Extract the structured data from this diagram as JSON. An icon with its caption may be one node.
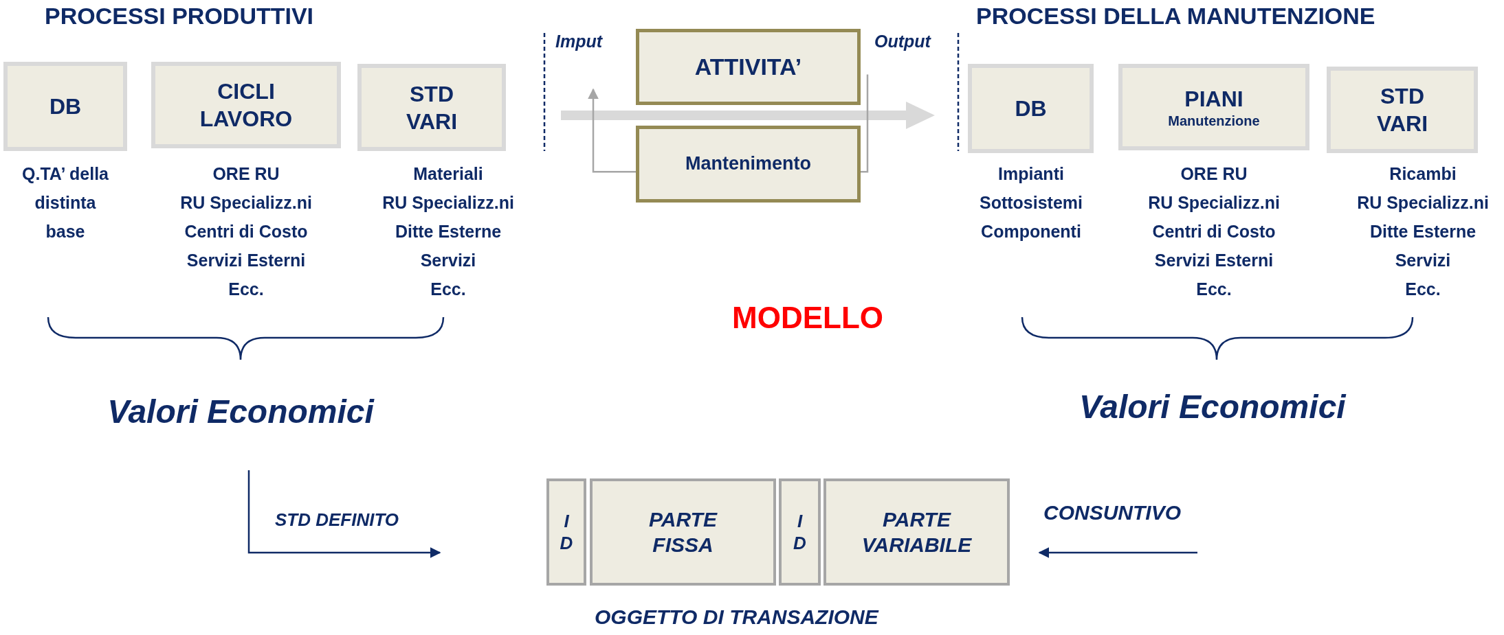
{
  "diagram": {
    "nodes": [
      {
        "text": [
          "DB"
        ],
        "beside": [
          "Q.TA’ della distinta base"
        ]
      },
      {
        "text": [
          "CICLI LAVORO"
        ],
        "beside": [
          "ORE RU",
          "RU Specializz.ni",
          "Centri di Costo",
          "Servizi Esterni",
          "Ecc."
        ]
      },
      {
        "text": [
          "STD VARI"
        ],
        "beside": [
          "Materiali",
          "RU Specializz.ni",
          "Ditte Esterne",
          "Servizi",
          "Ecc."
        ]
      },
      {
        "text": [
          "ATTIVITA’"
        ]
      },
      {
        "text": [
          "Mantenimento"
        ]
      },
      {
        "text": [
          "DB"
        ],
        "beside": [
          "Impianti",
          "Sottosistemi",
          "Componenti"
        ]
      },
      {
        "text": [
          "PIANI",
          "Manutenzione"
        ],
        "beside": [
          "ORE RU",
          "RU Specializz.ni",
          "Centri di Costo",
          "Servizi Esterni",
          "Ecc."
        ]
      },
      {
        "text": [
          "STD VARI"
        ],
        "beside": [
          "Ricambi",
          "RU Specializz.ni",
          "Ditte Esterne",
          "Servizi",
          "Ecc."
        ]
      },
      {
        "text": [
          "Valori Economici"
        ]
      },
      {
        "text": [
          "I D"
        ]
      },
      {
        "text": [
          "PARTE FISSA"
        ]
      },
      {
        "text": [
          "I D"
        ]
      },
      {
        "text": [
          "PARTE VARIABILE"
        ]
      }
    ],
    "edges": [
      {
        "from": 4,
        "to": null,
        "arrow": "to",
        "color": "#a6a6a6"
      },
      {
        "from": 4,
        "to": 3,
        "arrow": "none",
        "color": "#a6a6a6"
      },
      {
        "from": 8,
        "to": null,
        "arrow": "to",
        "label": "STD DEFINITO",
        "color": "#0f2a66"
      },
      {
        "from": null,
        "to": 12,
        "arrow": "to",
        "label": "CONSUNTIVO",
        "color": "#0f2a66"
      }
    ],
    "labels": [
      "PROCESSI PRODUTTIVI",
      "Imput",
      "Output",
      "PROCESSI DELLA MANUTENZIONE",
      "MODELLO",
      "Valori Economici",
      "OGGETTO DI TRANSAZIONE"
    ]
  }
}
